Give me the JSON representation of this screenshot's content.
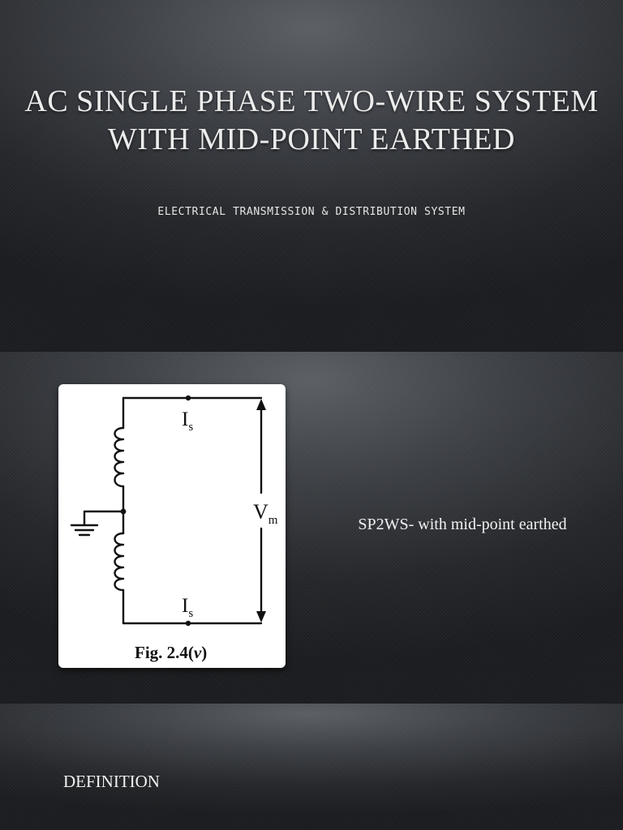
{
  "slide1": {
    "title": "AC SINGLE PHASE TWO-WIRE SYSTEM WITH MID-POINT EARTHED",
    "subtitle": "ELECTRICAL TRANSMISSION & DISTRIBUTION SYSTEM"
  },
  "slide2": {
    "figure": {
      "current_symbol": "I",
      "current_subscript": "s",
      "voltage_symbol": "V",
      "voltage_subscript": "m",
      "caption": "Fig. 2.4(",
      "caption_var": "v",
      "caption_close": ")"
    },
    "description": "SP2WS- with mid-point earthed"
  },
  "slide3": {
    "heading": "DEFINITION"
  }
}
